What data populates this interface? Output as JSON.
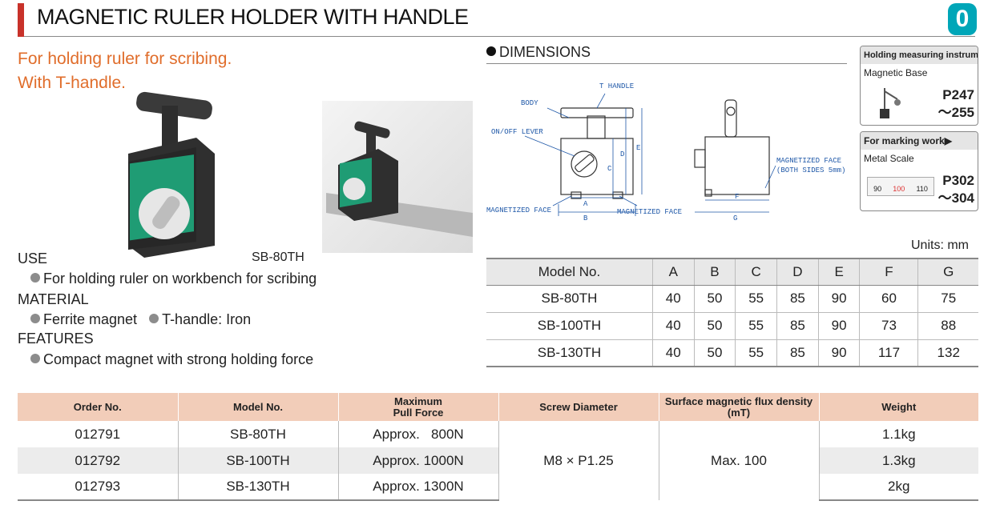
{
  "header": {
    "title": "MAGNETIC RULER HOLDER WITH HANDLE",
    "logo": "0"
  },
  "tagline": [
    "For holding ruler for scribing.",
    "With T-handle."
  ],
  "product_label": "SB-80TH",
  "sections": {
    "use": {
      "heading": "USE",
      "items": [
        "For holding ruler on workbench for scribing"
      ]
    },
    "material": {
      "heading": "MATERIAL",
      "items": [
        "Ferrite magnet",
        "T-handle: Iron"
      ]
    },
    "features": {
      "heading": "FEATURES",
      "items": [
        "Compact magnet with strong holding force"
      ]
    }
  },
  "dimensions": {
    "heading": "DIMENSIONS",
    "diagram_labels": {
      "t_handle": "T HANDLE",
      "body": "BODY",
      "lever": "ON/OFF LEVER",
      "mag_face_left": "MAGNETIZED FACE",
      "mag_face_right": "MAGNETIZED FACE",
      "mag_face_side": "MAGNETIZED FACE",
      "mag_face_side_note": "(BOTH SIDES 5mm)",
      "a": "A",
      "b": "B",
      "c": "C",
      "d": "D",
      "e": "E",
      "f": "F",
      "g": "G"
    },
    "units": "Units: mm",
    "columns": [
      "Model No.",
      "A",
      "B",
      "C",
      "D",
      "E",
      "F",
      "G"
    ],
    "rows": [
      [
        "SB-80TH",
        "40",
        "50",
        "55",
        "85",
        "90",
        "60",
        "75"
      ],
      [
        "SB-100TH",
        "40",
        "50",
        "55",
        "85",
        "90",
        "73",
        "88"
      ],
      [
        "SB-130TH",
        "40",
        "50",
        "55",
        "85",
        "90",
        "117",
        "132"
      ]
    ]
  },
  "side": {
    "box1": {
      "header": "Holding measuring instruments",
      "arrow": "▶",
      "sub": "Magnetic Base",
      "ref1": "P247",
      "ref2": "～255"
    },
    "box2": {
      "header": "For marking work",
      "arrow": "▶",
      "sub": "Metal Scale",
      "ref1": "P302",
      "ref2": "～304",
      "scale": [
        "90",
        "100",
        "110"
      ]
    }
  },
  "order": {
    "columns": [
      "Order No.",
      "Model No.",
      "Maximum Pull Force",
      "Screw Diameter",
      "Surface magnetic flux density (mT)",
      "Weight"
    ],
    "rows": [
      {
        "order": "012791",
        "model": "SB-80TH",
        "force": "Approx.   800N",
        "weight": "1.1kg"
      },
      {
        "order": "012792",
        "model": "SB-100TH",
        "force": "Approx. 1000N",
        "weight": "1.3kg"
      },
      {
        "order": "012793",
        "model": "SB-130TH",
        "force": "Approx. 1300N",
        "weight": "2kg"
      }
    ],
    "screw": "M8 × P1.25",
    "flux": "Max. 100"
  },
  "colors": {
    "accent": "#c8322a",
    "tagline": "#e06d2b",
    "logo": "#00a6b8",
    "diagram": "#1f58a8",
    "table_header": "#f2cdb9"
  }
}
